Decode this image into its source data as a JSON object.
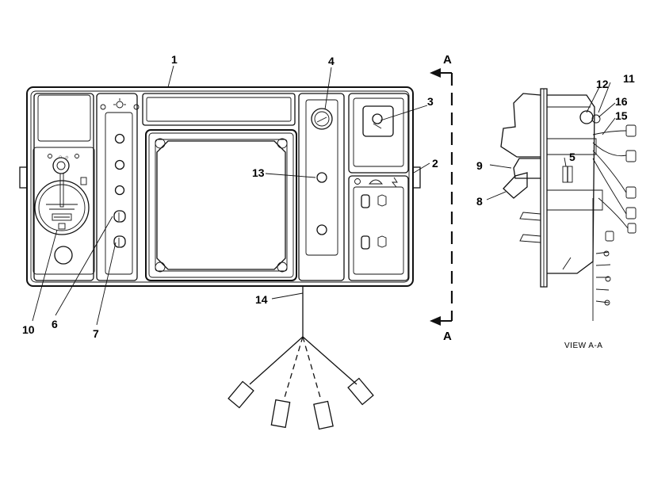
{
  "callouts": {
    "c1": "1",
    "c2": "2",
    "c3": "3",
    "c4": "4",
    "c5": "5",
    "c6": "6",
    "c7": "7",
    "c8": "8",
    "c9": "9",
    "c10": "10",
    "c11": "11",
    "c12": "12",
    "c13": "13",
    "c14": "14",
    "c15": "15",
    "c16": "16"
  },
  "section_marker": {
    "top": "A",
    "bottom": "A"
  },
  "view_caption": "VIEW  A-A"
}
